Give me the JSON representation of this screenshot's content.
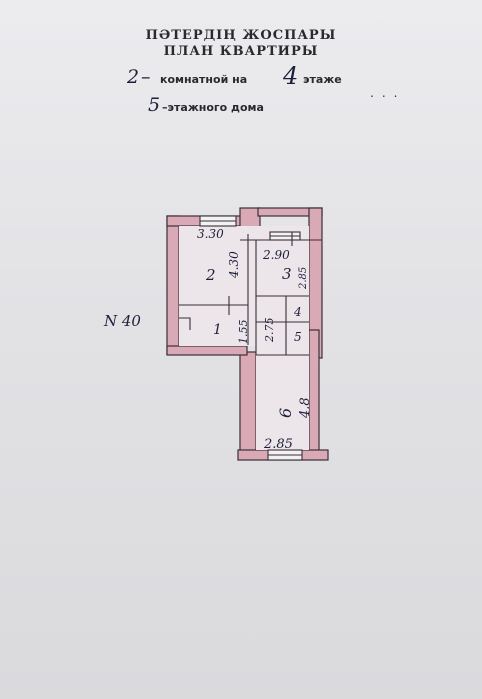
{
  "header": {
    "title_kk": "ПӘТЕРДІҢ ЖОСПАРЫ",
    "title_ru": "ПЛАН КВАРТИРЫ",
    "rooms_count": "2",
    "rooms_dash": "–",
    "rooms_text": "комнатной на",
    "floor": "4",
    "floor_text": "этаже",
    "storeys": "5",
    "storeys_text": "–этажного дома",
    "dots": "..."
  },
  "plan": {
    "apartment_no": "N 40",
    "dimensions": {
      "room2_width": "3.30",
      "room2_length": "4.30",
      "room3_width": "2.90",
      "room3_length": "2.85",
      "hall_length": "1.55",
      "bath_length": "2.75",
      "room6_length": "4.8",
      "room6_width": "2.85"
    },
    "rooms": {
      "r1": "1",
      "r2": "2",
      "r3": "3",
      "r4": "4",
      "r5": "5",
      "r6": "6"
    }
  }
}
